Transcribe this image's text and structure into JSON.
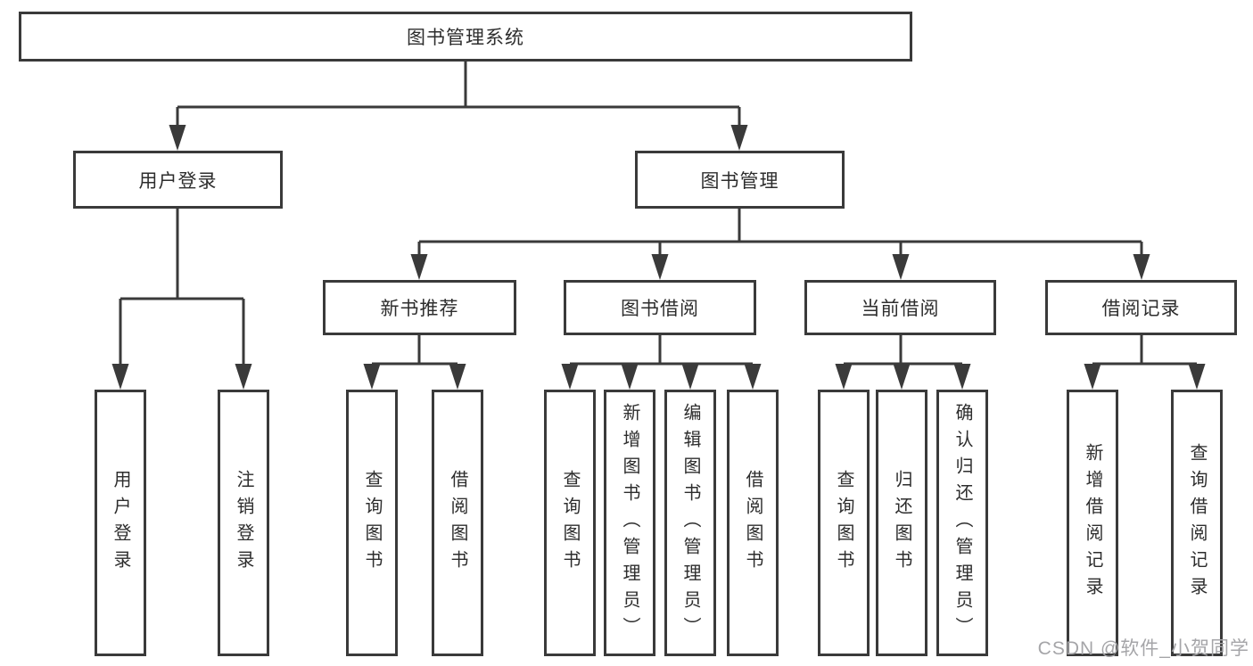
{
  "diagram": {
    "type": "hierarchy-tree",
    "colors": {
      "line": "#3a3a3a",
      "box_border": "#3a3a3a",
      "box_fill": "#ffffff",
      "text": "#2d2d2d",
      "watermark_text": "#a5a5a8",
      "background": "#ffffff"
    },
    "tree": {
      "label": "图书管理系统",
      "children": [
        {
          "label": "用户登录",
          "children": [
            {
              "label": "用户登录"
            },
            {
              "label": "注销登录"
            }
          ]
        },
        {
          "label": "图书管理",
          "children": [
            {
              "label": "新书推荐",
              "children": [
                {
                  "label": "查询图书"
                },
                {
                  "label": "借阅图书"
                }
              ]
            },
            {
              "label": "图书借阅",
              "children": [
                {
                  "label": "查询图书"
                },
                {
                  "label": "新增图书（管理员）"
                },
                {
                  "label": "编辑图书（管理员）"
                },
                {
                  "label": "借阅图书"
                }
              ]
            },
            {
              "label": "当前借阅",
              "children": [
                {
                  "label": "查询图书"
                },
                {
                  "label": "归还图书"
                },
                {
                  "label": "确认归还（管理员）"
                }
              ]
            },
            {
              "label": "借阅记录",
              "children": [
                {
                  "label": "新增借阅记录"
                },
                {
                  "label": "查询借阅记录"
                }
              ]
            }
          ]
        }
      ]
    },
    "watermark": {
      "text": "CSDN @软件_小贺同学"
    }
  }
}
